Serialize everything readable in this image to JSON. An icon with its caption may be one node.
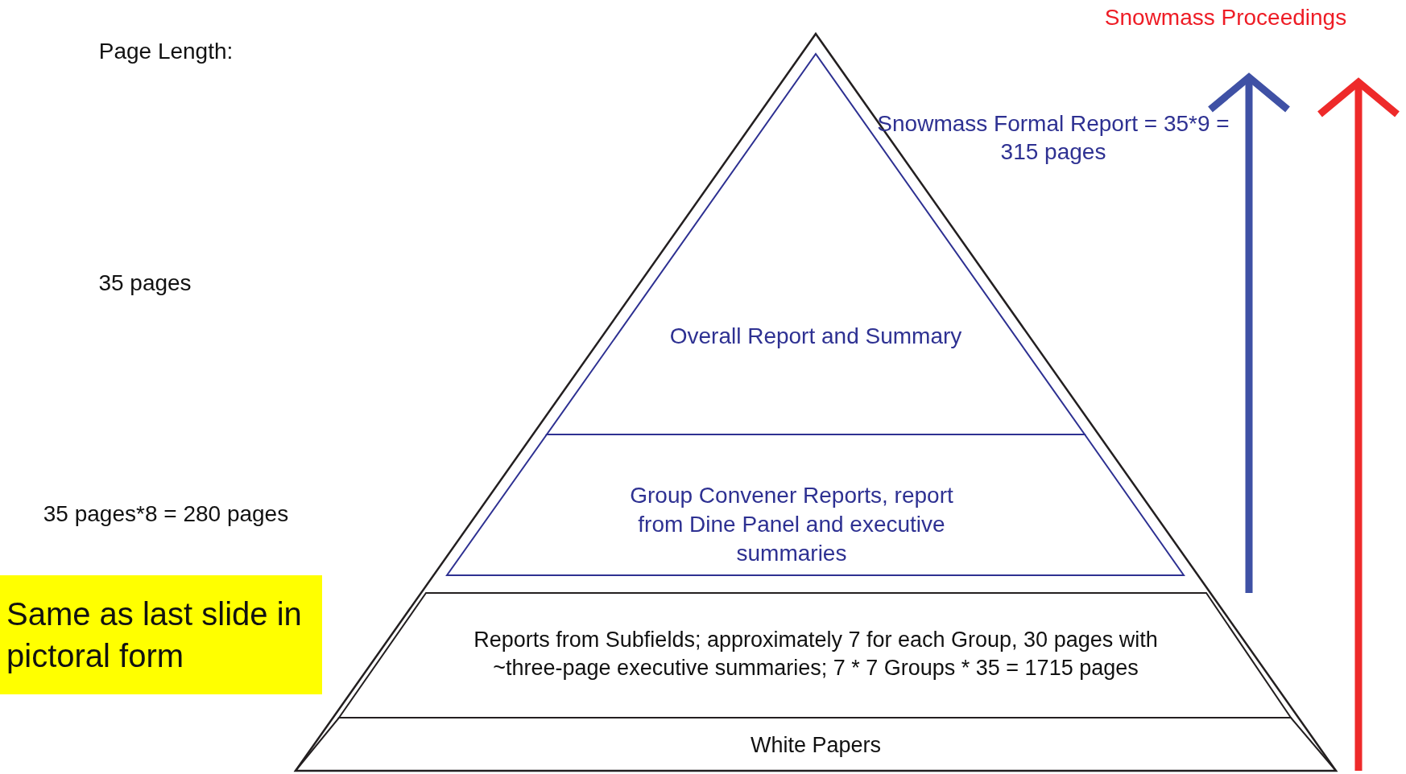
{
  "diagram": {
    "nodes": [
      {
        "text": [
          "Overall Report and Summary"
        ]
      },
      {
        "text": [
          "Group Convener Reports, report from Dine Panel and executive summaries"
        ]
      },
      {
        "text": [
          "Reports from Subfields; approximately 7 for each Group, 30 pages with ~three-page executive summaries; 7 * 7 Groups * 35 = 1715 pages"
        ]
      },
      {
        "text": [
          "White Papers"
        ]
      },
      {
        "text": [
          "Same as last slide in pictoral form"
        ]
      }
    ],
    "labels": [
      "Snowmass Proceedings",
      "Page Length:",
      "Snowmass Formal Report = 35*9 = 315 pages",
      "35 pages",
      "35 pages*8 = 280 pages"
    ]
  }
}
